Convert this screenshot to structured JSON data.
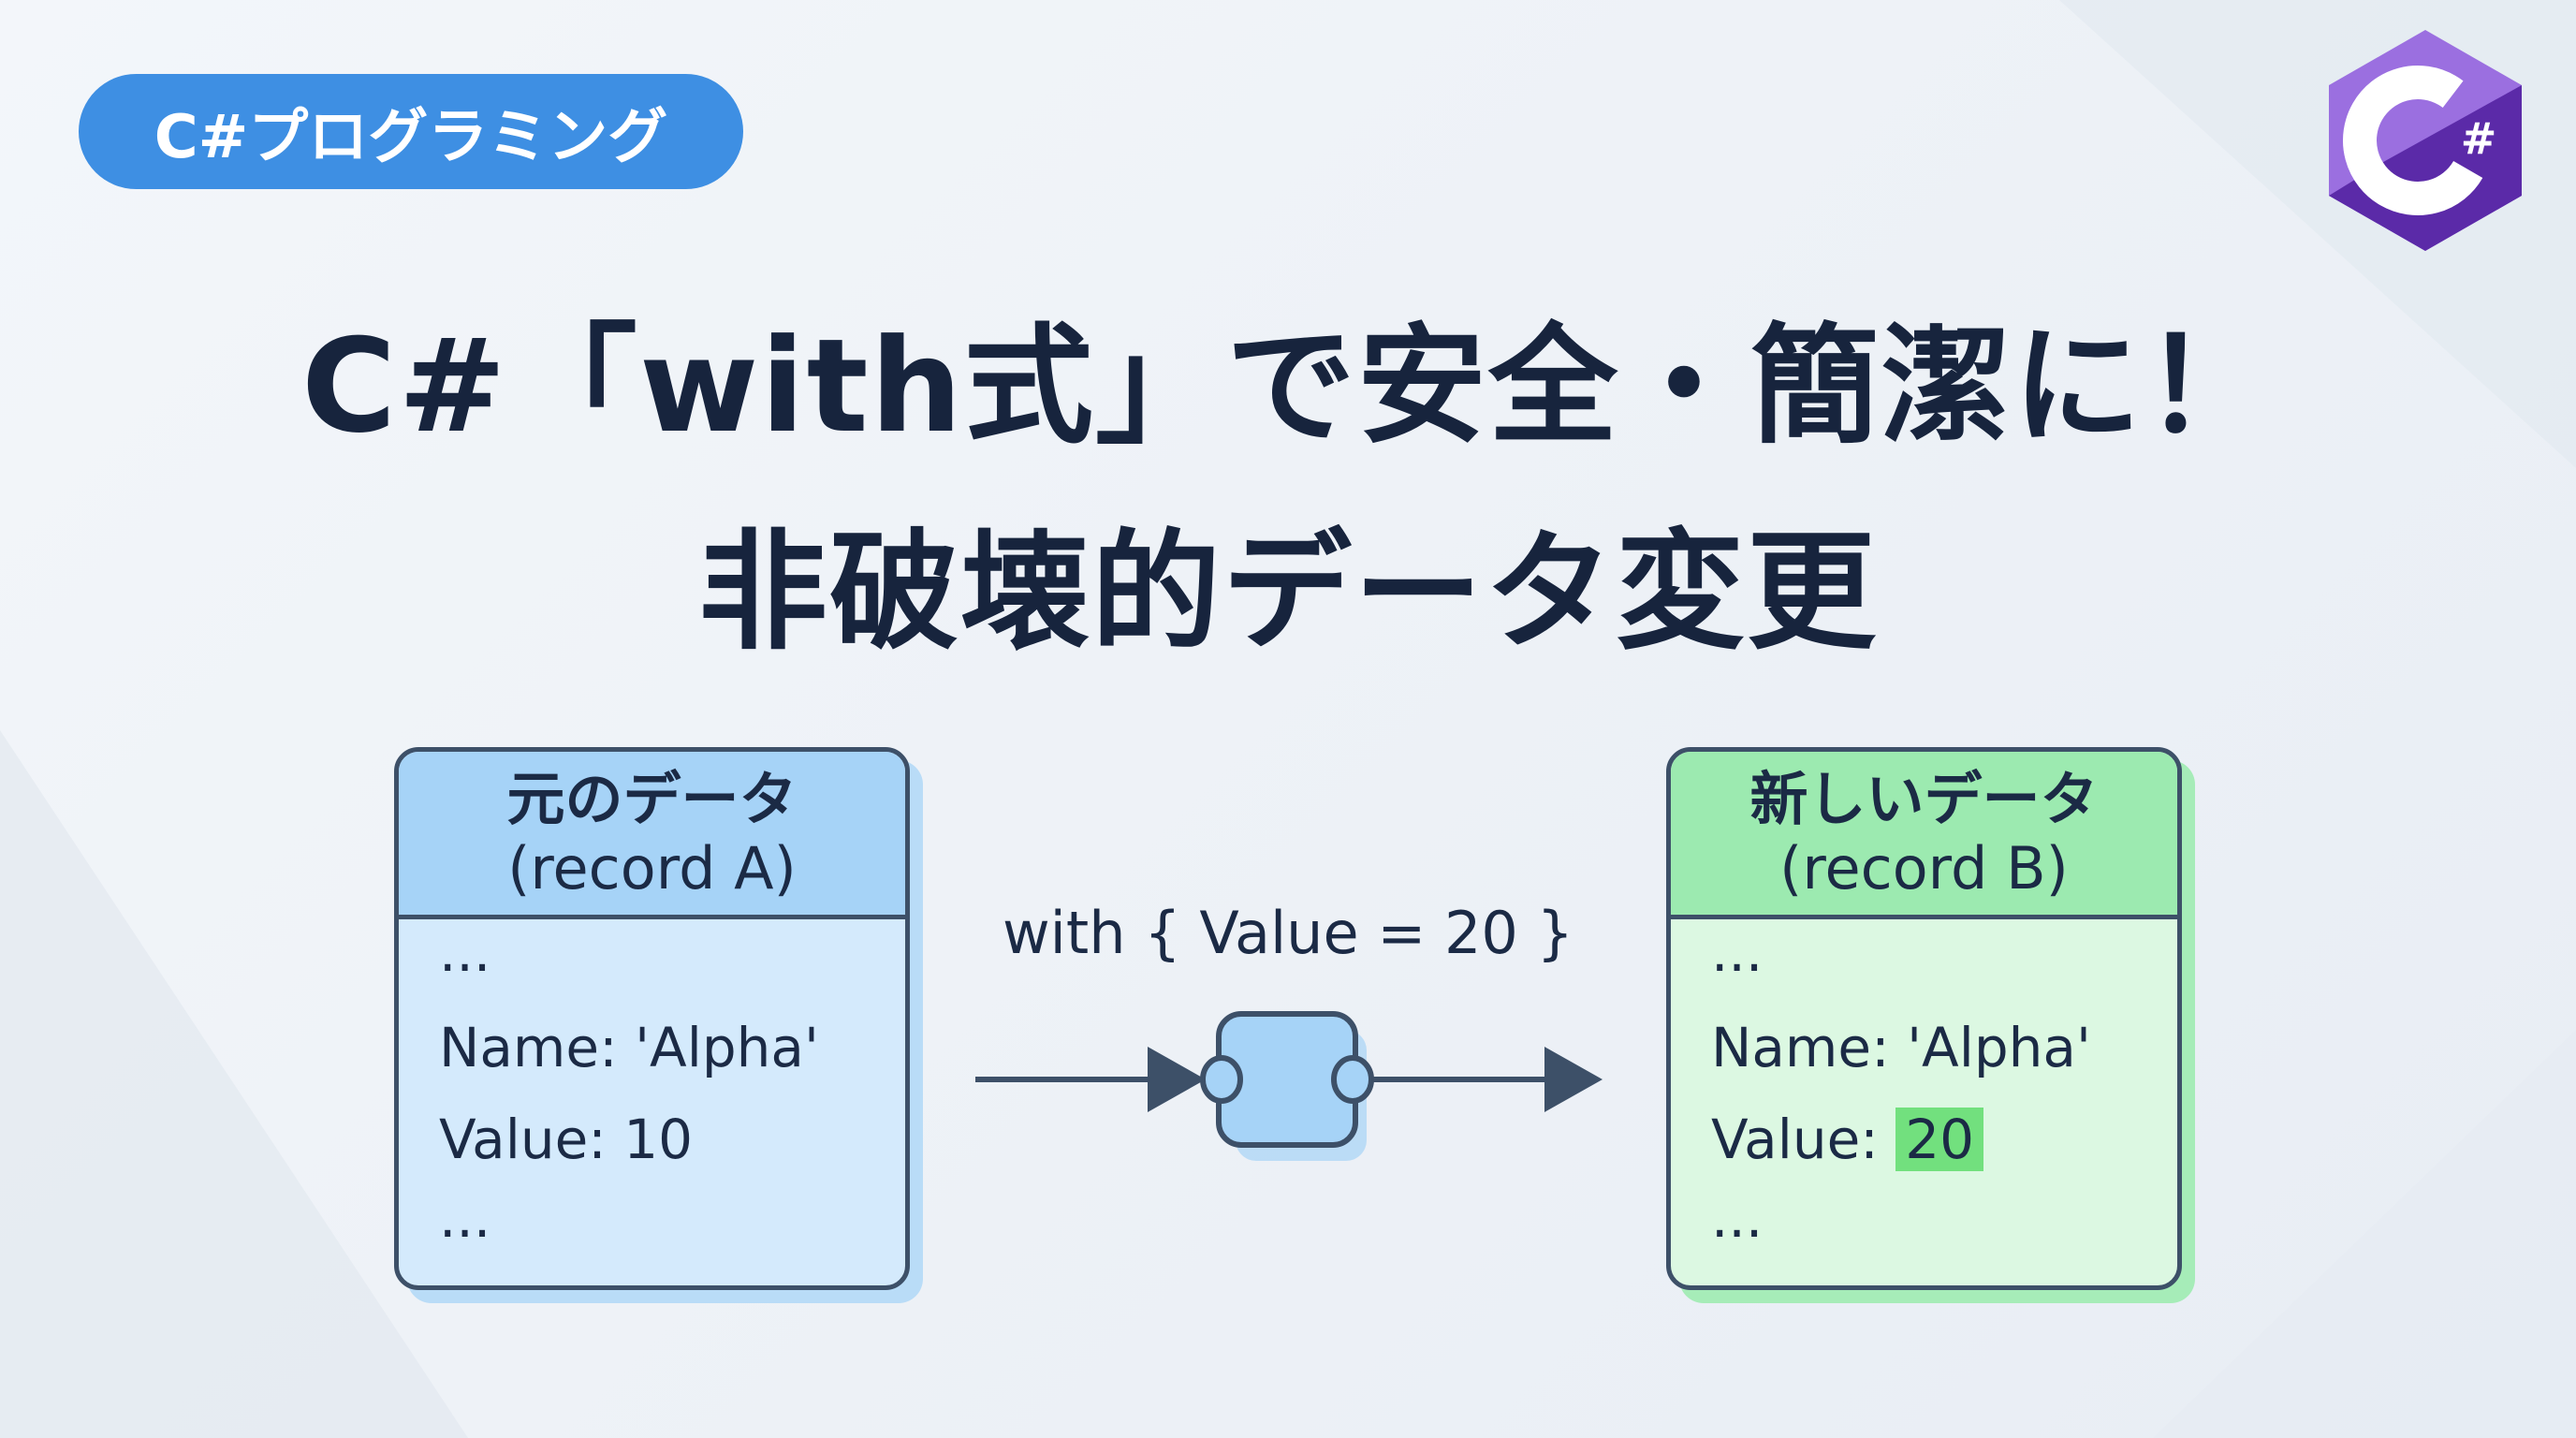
{
  "badge": {
    "label": "C#プログラミング"
  },
  "logo": {
    "text": "C#"
  },
  "title": {
    "line1": "C#「with式」で安全・簡潔に！",
    "line2": "非破壊的データ変更"
  },
  "original": {
    "title": "元のデータ",
    "subtitle": "(record A)",
    "ellipsis_top": "...",
    "name": "Name: 'Alpha'",
    "value_label": "Value: ",
    "value": "10",
    "ellipsis_bottom": "..."
  },
  "updated": {
    "title": "新しいデータ",
    "subtitle": "(record B)",
    "ellipsis_top": "...",
    "name": "Name: 'Alpha'",
    "value_label": "Value: ",
    "value": "20",
    "ellipsis_bottom": "..."
  },
  "transform": {
    "label": "with { Value = 20 }"
  },
  "colors": {
    "badge": "#3e8fe3",
    "box_a": "#d4eafc",
    "box_b": "#dcf8e2",
    "highlight": "#72e07e",
    "logo": "#8a5cd6"
  }
}
